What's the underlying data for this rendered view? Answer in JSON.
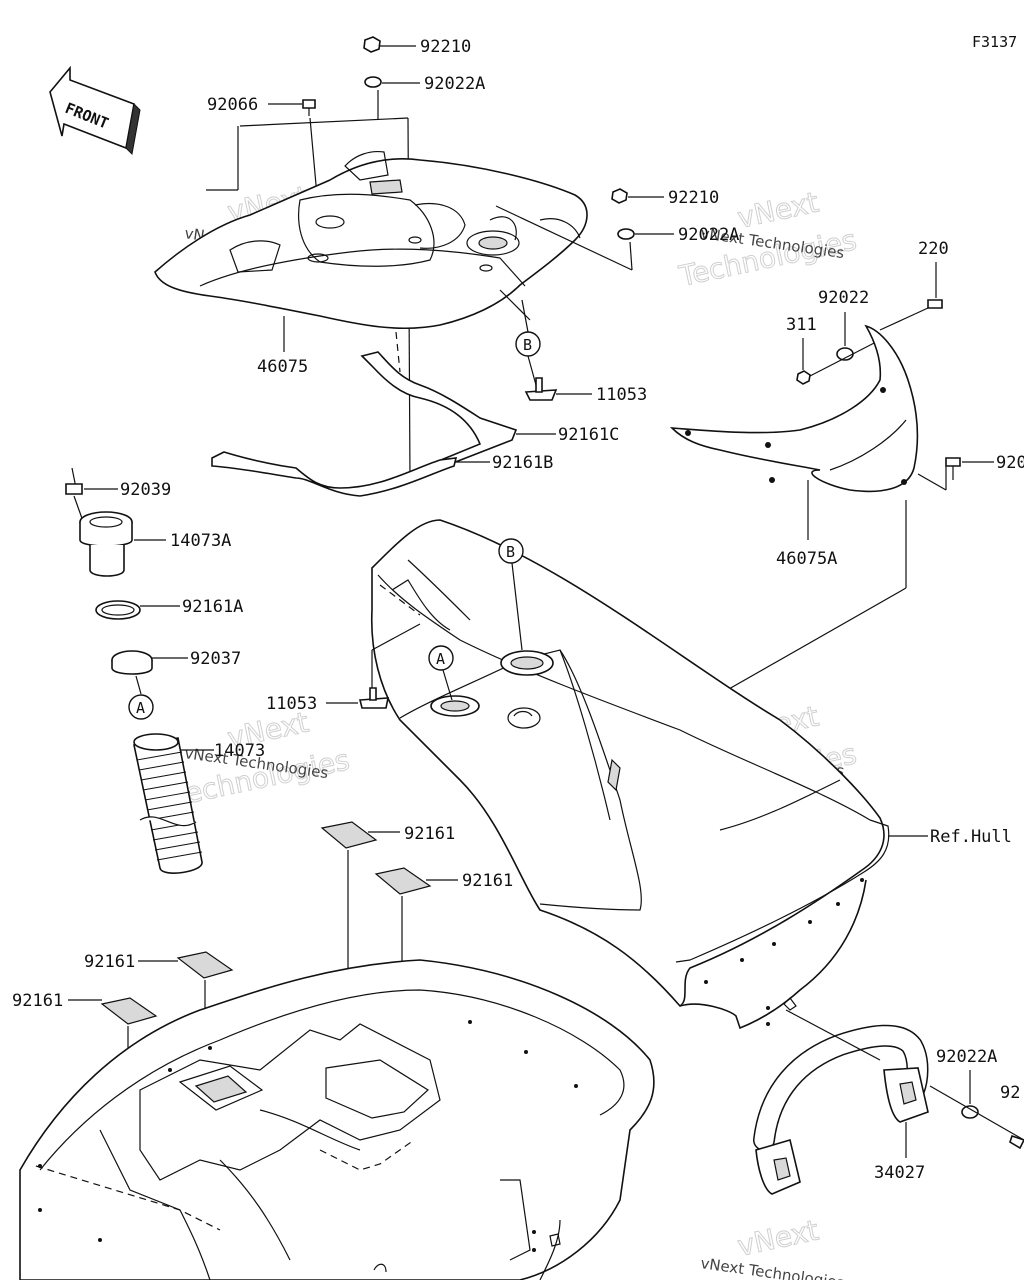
{
  "figure_code": "F3137",
  "front_label": "FRONT",
  "watermark": {
    "line1": "vNext Technologies",
    "line2": "vNext",
    "line3": "Technologies"
  },
  "callouts": {
    "A": "A",
    "B": "B"
  },
  "parts": {
    "p92210_top": "92210",
    "p92022A_top": "92022A",
    "p92066": "92066",
    "p92210_right": "92210",
    "p92022A_right": "92022A",
    "p220": "220",
    "p92022": "92022",
    "p311": "311",
    "p46075": "46075",
    "p11053_top": "11053",
    "p92161C": "92161C",
    "p92161B": "92161B",
    "p92039": "92039",
    "p14073A": "14073A",
    "p92161A": "92161A",
    "p92037": "92037",
    "p11053_mid": "11053",
    "p14073": "14073",
    "p46075A": "46075A",
    "p92_cut": "920",
    "ref_hull": "Ref.Hull",
    "p92161_1": "92161",
    "p92161_2": "92161",
    "p92161_3": "92161",
    "p92161_4": "92161",
    "p92022A_bottom": "92022A",
    "p92_cut2": "92",
    "p34027": "34027"
  }
}
